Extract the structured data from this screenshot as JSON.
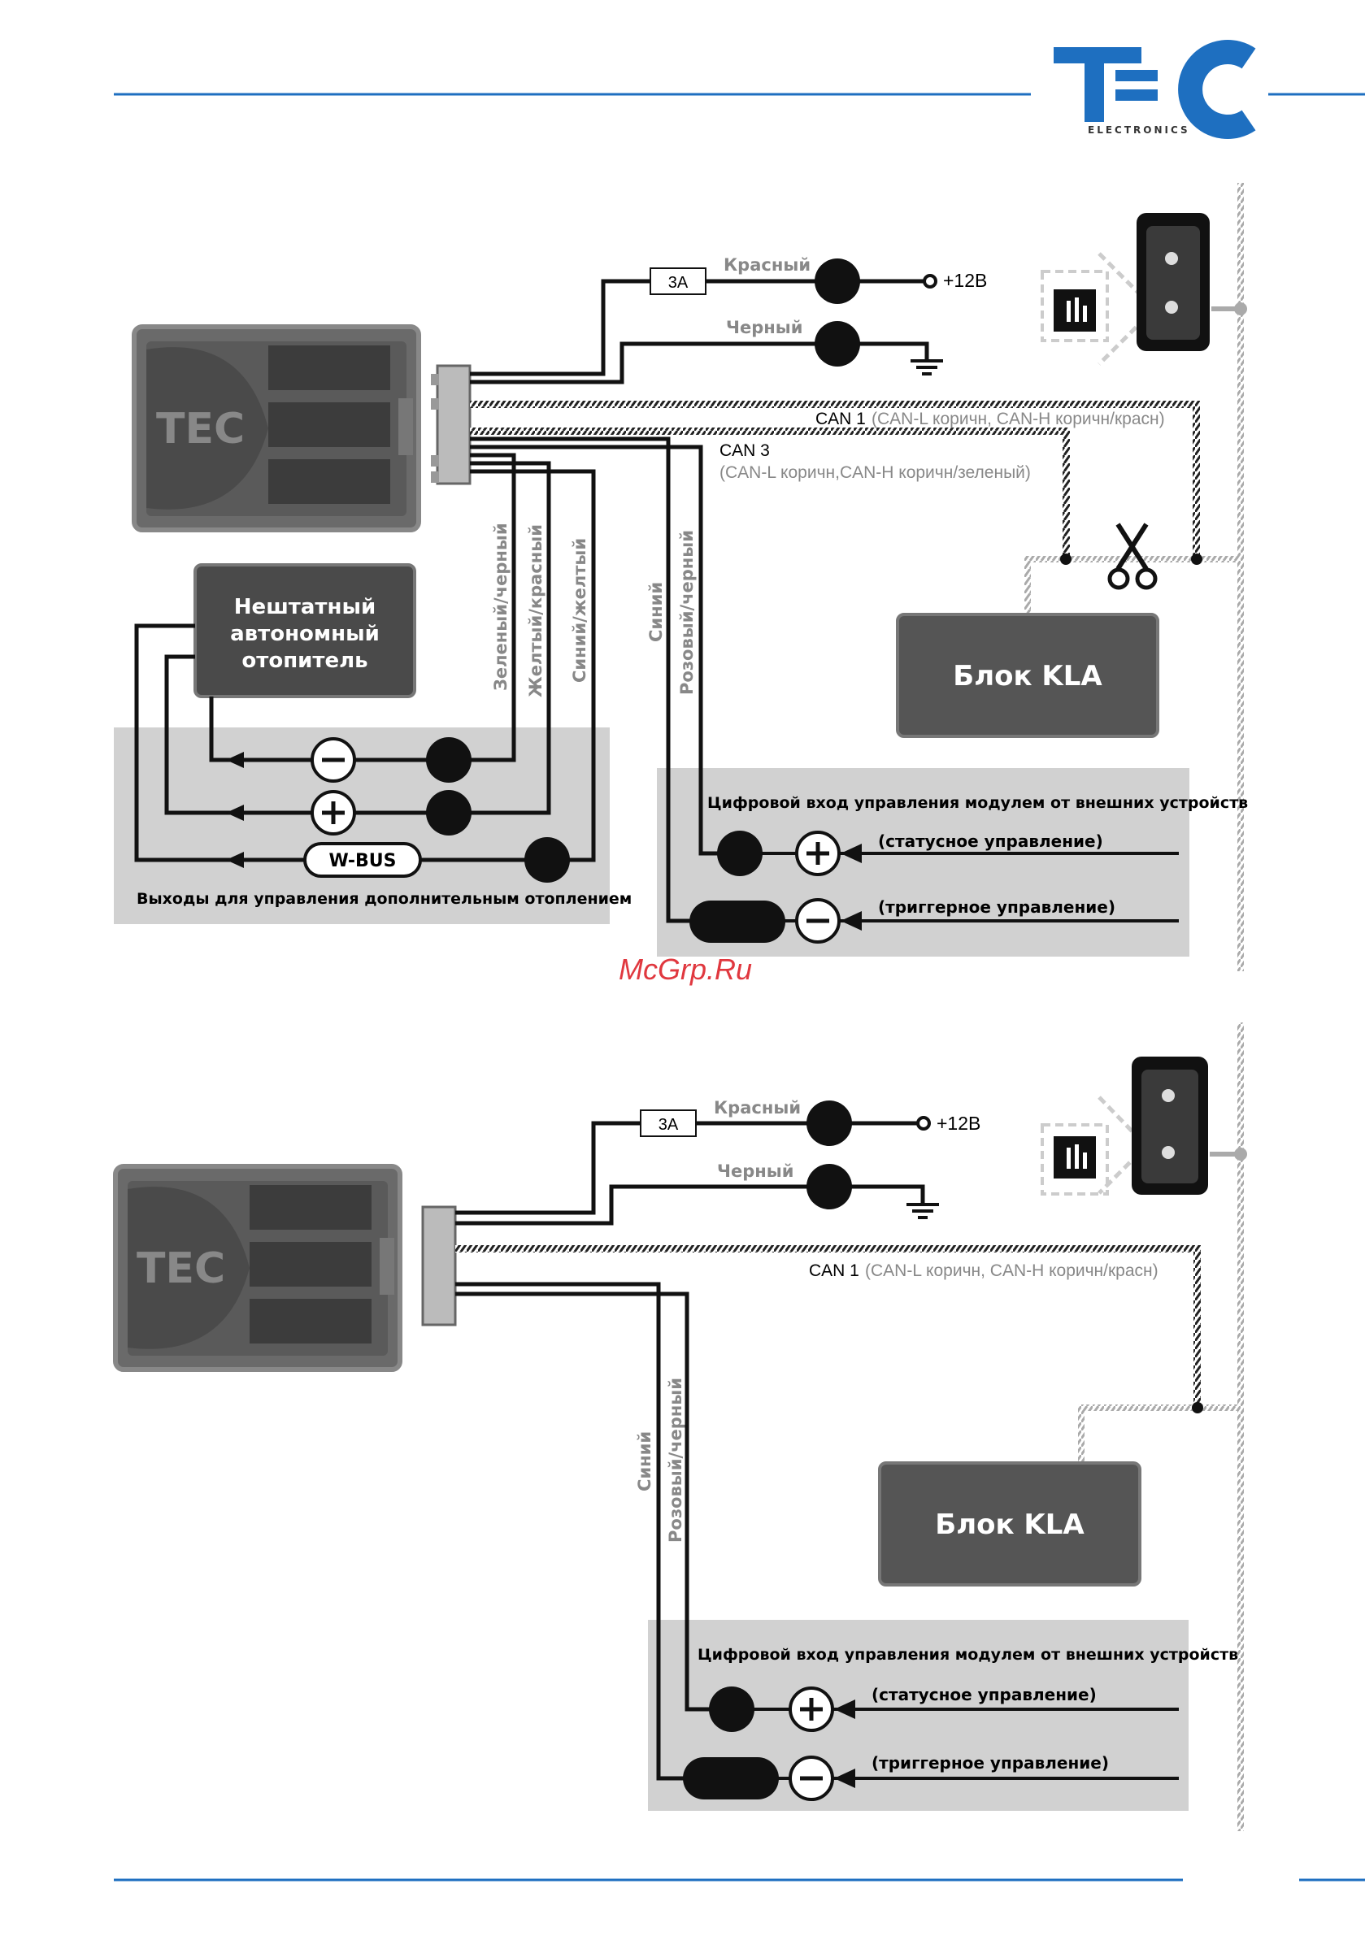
{
  "brand": {
    "logo_letters": "TEC",
    "logo_sub": "ELECTRONICS",
    "accent": "#1e6fc0"
  },
  "watermark": "McGrp.Ru",
  "colors": {
    "panel": "#d1d1d1",
    "wire": "#111111",
    "box": "#4a4a4a",
    "can_wire": "#b0b0b0"
  },
  "diagram1": {
    "fuse": "3A",
    "red_wire": "Красный",
    "black_wire": "Черный",
    "plus12": "+12В",
    "can1_label": "CAN 1",
    "can1_detail": "(CAN-L коричн, CAN-H коричн/красн)",
    "can3_label": "CAN 3",
    "can3_detail": "(CAN-L коричн,CAN-H коричн/зеленый)",
    "heater": [
      "Нештатный",
      "автономный",
      "отопитель"
    ],
    "kla": "Блок KLA",
    "wire_green_black": "Зеленый/черный",
    "wire_yellow_red": "Желтый/красный",
    "wire_blue_yellow": "Синий/желтый",
    "wire_blue": "Синий",
    "wire_pink_black": "Розовый/черный",
    "wbus": "W-BUS",
    "heating_outputs": "Выходы для управления дополнительным отоплением",
    "digital_input_title": "Цифровой вход управления модулем от внешних устройств",
    "status_control": "(статусное управление)",
    "trigger_control": "(триггерное управление)"
  },
  "diagram2": {
    "fuse": "3A",
    "red_wire": "Красный",
    "black_wire": "Черный",
    "plus12": "+12В",
    "can1_label": "CAN 1",
    "can1_detail": "(CAN-L коричн, CAN-H коричн/красн)",
    "kla": "Блок KLA",
    "wire_blue": "Синий",
    "wire_pink_black": "Розовый/черный",
    "digital_input_title": "Цифровой вход управления модулем от внешних устройств",
    "status_control": "(статусное управление)",
    "trigger_control": "(триггерное управление)"
  }
}
